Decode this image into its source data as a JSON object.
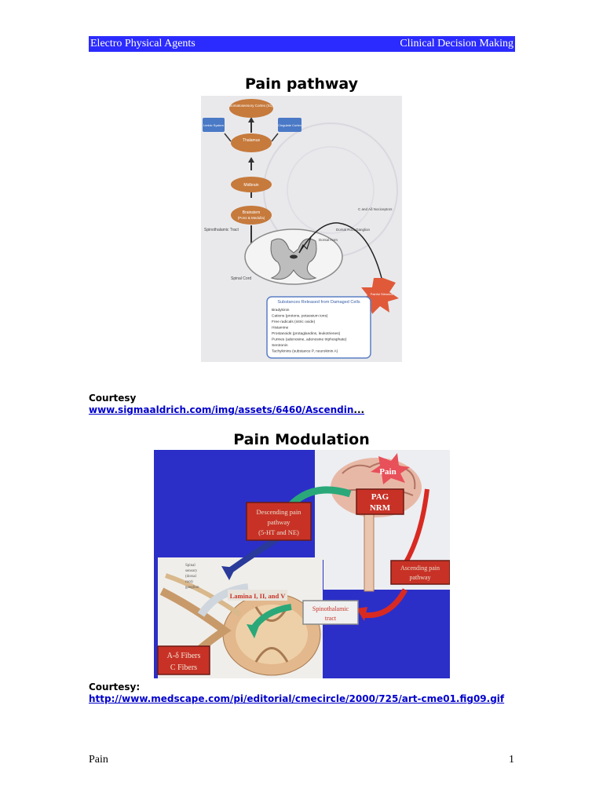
{
  "header": {
    "left": "Electro Physical Agents",
    "right": "Clinical Decision Making"
  },
  "section1": {
    "title": "Pain pathway",
    "figure": {
      "nodes": [
        "Somatosensory Cortex (S1)",
        "Limbic System",
        "Thalamus",
        "Cingulate Cortex",
        "Midbrain",
        "Brainstem",
        "(Pons & Medulla)"
      ],
      "labels": [
        "Spinothalamic Tract",
        "Dorsal Horn",
        "Dorsal Root Ganglion",
        "C and Aδ Nociceptors",
        "Spinal Cord",
        "Painful Stimulus"
      ],
      "substances_title": "Substances Released from Damaged Cells",
      "substances": [
        "Bradykinin",
        "Cations (protons, potassium ions)",
        "Free radicals (nitric oxide)",
        "Histamine",
        "Prostanoids (protaglandins, leukotrienes)",
        "Purines (adenosine, adenosine triphosphate)",
        "Serotonin",
        "Tachykinins (substance P, neurokinin A)"
      ]
    },
    "courtesy_label": "Courtesy",
    "link_text": "www.sigmaaldrich.com/img/assets/6460/Ascendin",
    "link_suffix": "..."
  },
  "section2": {
    "title": "Pain Modulation",
    "figure": {
      "pain": "Pain",
      "pag_line1": "PAG",
      "pag_line2": "NRM",
      "descending_line1": "Descending pain",
      "descending_line2": "pathway",
      "descending_line3": "(5-HT and NE)",
      "ascending_line1": "Ascending pain",
      "ascending_line2": "pathway",
      "lamina": "Lamina I, II, and V",
      "spinothalamic_line1": "Spinothalamic",
      "spinothalamic_line2": "tract",
      "ganglion_line1": "Spinal",
      "ganglion_line2": "sensory",
      "ganglion_line3": "(dorsal",
      "ganglion_line4": "root)",
      "ganglion_line5": "ganglion",
      "fiber1": "A-δ Fibers",
      "fiber2": "C Fibers"
    },
    "courtesy_label": "Courtesy:",
    "link_text": "http://www.medscape.com/pi/editorial/cmecircle/2000/725/art-cme01.fig09.gif"
  },
  "footer": {
    "left": "Pain",
    "page_number": "1"
  }
}
